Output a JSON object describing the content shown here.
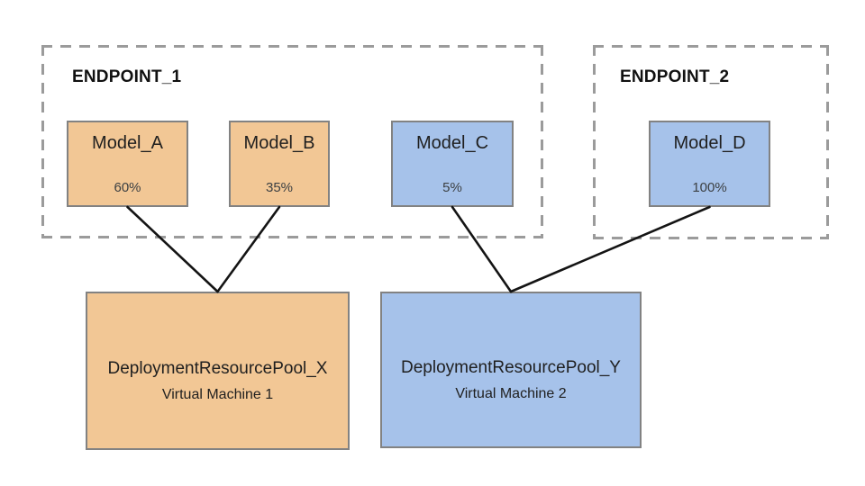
{
  "colors": {
    "tan_fill": "#F2C795",
    "blue_fill": "#A6C2EA",
    "box_border": "#828282",
    "endpoint_dash": "#9B9B9B",
    "line": "#141414",
    "text": "#1F1F1F",
    "traffic_text": "#3C4043",
    "background": "#FFFFFF"
  },
  "endpoints": [
    {
      "label": "ENDPOINT_1",
      "models": [
        {
          "id": "model_a",
          "name": "Model_A",
          "traffic": "60%",
          "color_role": "tan_fill"
        },
        {
          "id": "model_b",
          "name": "Model_B",
          "traffic": "35%",
          "color_role": "tan_fill"
        },
        {
          "id": "model_c",
          "name": "Model_C",
          "traffic": "5%",
          "color_role": "blue_fill"
        }
      ]
    },
    {
      "label": "ENDPOINT_2",
      "models": [
        {
          "id": "model_d",
          "name": "Model_D",
          "traffic": "100%",
          "color_role": "blue_fill"
        }
      ]
    }
  ],
  "pools": [
    {
      "id": "pool_x",
      "name": "DeploymentResourcePool_X",
      "machine": "Virtual Machine 1",
      "color_role": "tan_fill"
    },
    {
      "id": "pool_y",
      "name": "DeploymentResourcePool_Y",
      "machine": "Virtual Machine 2",
      "color_role": "blue_fill"
    }
  ],
  "edges": [
    {
      "from": "model_a",
      "to": "pool_x"
    },
    {
      "from": "model_b",
      "to": "pool_x"
    },
    {
      "from": "model_c",
      "to": "pool_y"
    },
    {
      "from": "model_d",
      "to": "pool_y"
    }
  ]
}
